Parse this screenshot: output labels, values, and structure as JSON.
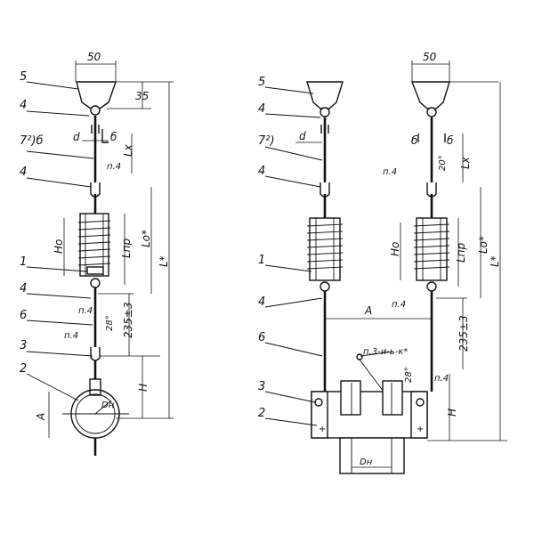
{
  "left_view": {
    "dim_top": "50",
    "dim_35": "35",
    "part_numbers": [
      "5",
      "4",
      "7²)б",
      "4",
      "1",
      "4",
      "6",
      "3",
      "2"
    ],
    "d": "d",
    "b": "б",
    "lx": "Lх",
    "p4_a": "п.4",
    "p4_b": "п.4",
    "p4_c": "п.4",
    "ho": "Hо",
    "lpr": "Lпр",
    "lo": "Lо*",
    "l": "L*",
    "deg28": "28°",
    "dim235": "235±3",
    "h": "H",
    "a": "A",
    "dn": "Dн"
  },
  "right_view": {
    "dim_top": "50",
    "part_numbers": [
      "5",
      "4",
      "7²)",
      "4",
      "1",
      "4",
      "6",
      "3",
      "2"
    ],
    "d": "d",
    "b1": "б",
    "b2": "б",
    "deg20": "20°",
    "lx": "Lх",
    "p4_a": "п.4",
    "p4_b": "п.4",
    "p4_c": "п.4",
    "ho": "Hо",
    "lpr": "Lпр",
    "lo": "Lо*",
    "l": "L*",
    "a": "A",
    "dim235": "235±3",
    "note": "п.3-и-ь-к*",
    "deg28": "28°",
    "h": "H",
    "dn": "Dн"
  }
}
